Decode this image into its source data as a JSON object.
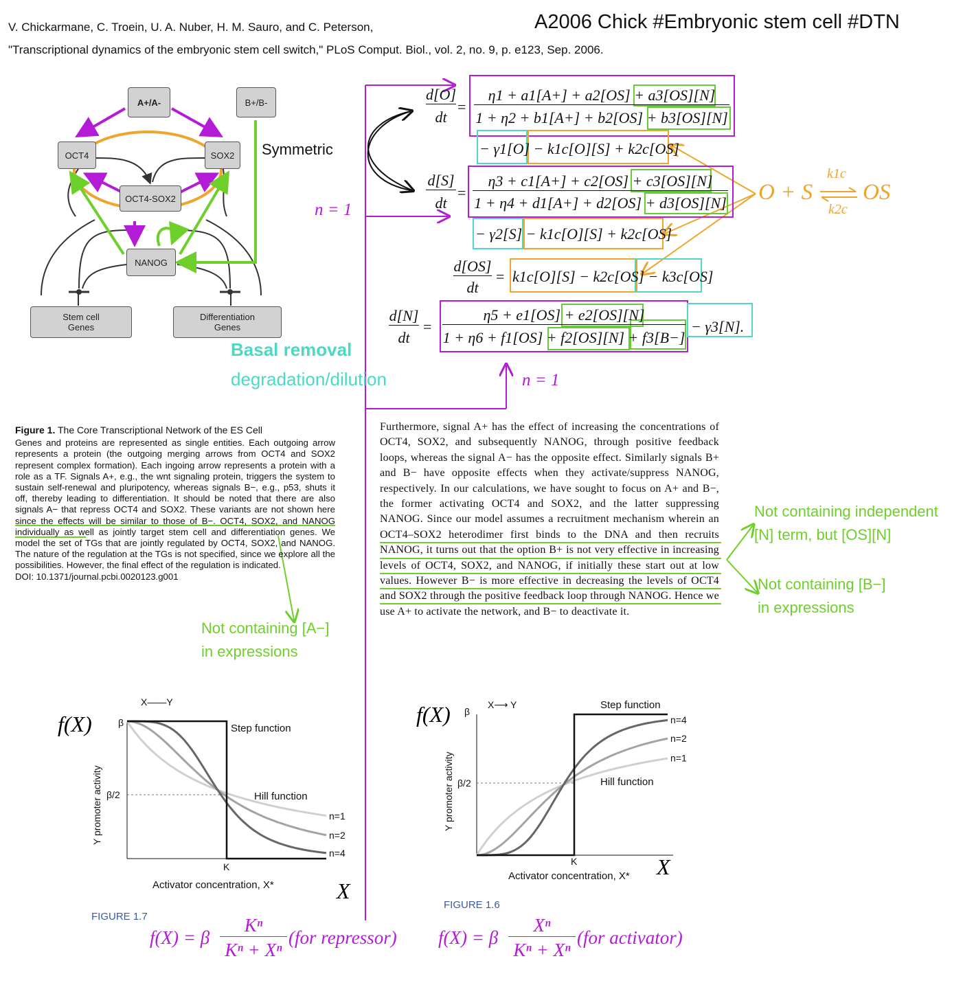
{
  "header": {
    "authors": "V. Chickarmane, C. Troein, U. A. Nuber, H. M. Sauro, and C. Peterson,",
    "citation": "\"Transcriptional dynamics of the embryonic stem cell switch,\" PLoS Comput. Biol., vol. 2, no. 9, p. e123, Sep. 2006.",
    "tag": "A2006 Chick #Embryonic stem cell #DTN"
  },
  "network": {
    "nodes": {
      "a": "A+/A-",
      "b": "B+/B-",
      "oct4": "OCT4",
      "sox2": "SOX2",
      "complex": "OCT4-SOX2",
      "nanog": "NANOG",
      "stem": "Stem cell Genes",
      "diff": "Differentiation Genes"
    },
    "symmetric_label": "Symmetric"
  },
  "annotations": {
    "n_eq_1_left": "n = 1",
    "n_eq_1_bottom": "n = 1",
    "basal_title": "Basal removal",
    "basal_sub": "degradation/dilution",
    "reaction_lhs": "O + S",
    "reaction_k_forward": "k1c",
    "reaction_k_backward": "k2c",
    "reaction_rhs": "OS",
    "note_caption_a": "Not containing [A−]",
    "note_caption_b": "in expressions",
    "note_right1_a": "Not containing independent",
    "note_right1_b": "[N] term, but [OS][N]",
    "note_right2_a": "Not containing [B−]",
    "note_right2_b": "in expressions"
  },
  "figure_caption": {
    "title": "Figure 1.",
    "subtitle": "The Core Transcriptional Network of the ES Cell",
    "body": "Genes and proteins are represented as single entities. Each outgoing arrow represents a protein (the outgoing merging arrows from OCT4 and SOX2 represent complex formation). Each ingoing arrow represents a protein with a role as a TF. Signals A+, e.g., the wnt signaling protein, triggers the system to sustain self-renewal and pluripotency, whereas signals B−, e.g., p53, shuts it off, thereby leading to differentiation. It should be noted that there are also signals A− that repress OCT4 and SOX2. These variants are not shown here since the effects will be similar to those of B−. OCT4, SOX2, and NANOG individually as well as jointly target stem cell and differentiation genes. We model the set of TGs that are jointly regulated by OCT4, SOX2, and NANOG. The nature of the regulation at the TGs is not specified, since we explore all the possibilities. However, the final effect of the regulation is indicated.",
    "doi": "DOI: 10.1371/journal.pcbi.0020123.g001"
  },
  "paragraph": "Furthermore, signal A+ has the effect of increasing the concentrations of OCT4, SOX2, and subsequently NANOG, through positive feedback loops, whereas the signal A− has the opposite effect. Similarly signals B+ and B− have opposite effects when they activate/suppress NANOG, respectively. In our calculations, we have sought to focus on A+ and B−, the former activating OCT4 and SOX2, and the latter suppressing NANOG. Since our model assumes a recruitment mechanism wherein an OCT4–SOX2 heterodimer first binds to the DNA and then recruits NANOG, it turns out that the option B+ is not very effective in increasing levels of OCT4, SOX2, and NANOG, if initially these start out at low values. However B− is more effective in decreasing the levels of OCT4 and SOX2 through the positive feedback loop through NANOG. Hence we use A+ to activate the network, and B− to deactivate it.",
  "equations": {
    "dO_lhs_num": "d[O]",
    "dO_lhs_den": "dt",
    "dO_num": "η1 + a1[A+] + a2[OS] + a3[OS][N]",
    "dO_den": "1 + η2 + b1[A+] + b2[OS] + b3[OS][N]",
    "dO_tail": "− γ1[O] − k1c[O][S] + k2c[OS]",
    "dS_lhs_num": "d[S]",
    "dS_lhs_den": "dt",
    "dS_num": "η3 + c1[A+] + c2[OS] + c3[OS][N]",
    "dS_den": "1 + η4 + d1[A+] + d2[OS] + d3[OS][N]",
    "dS_tail": "− γ2[S] − k1c[O][S] + k2c[OS]",
    "dOS_lhs_num": "d[OS]",
    "dOS_lhs_den": "dt",
    "dOS_rhs": "k1c[O][S] − k2c[OS] − k3c[OS]",
    "dN_lhs_num": "d[N]",
    "dN_lhs_den": "dt",
    "dN_num": "η5 + e1[OS] + e2[OS][N]",
    "dN_den": "1 + η6 + f1[OS] + f2[OS][N] + f3[B−]",
    "dN_tail": "− γ3[N]."
  },
  "charts": {
    "repressor": {
      "fig_label": "FIGURE 1.7",
      "fx_label": "f(X)",
      "x_big": "X",
      "arrow_label": "X——Y",
      "ylabel": "Y promoter activity",
      "xlabel": "Activator concentration, X*",
      "y_tick_top": "β",
      "y_tick_mid": "β/2",
      "x_tick": "K",
      "step_label": "Step function",
      "hill_label": "Hill function",
      "formula_prefix": "f(X) = β",
      "formula_num": "Kⁿ",
      "formula_den": "Kⁿ + Xⁿ",
      "formula_suffix": "(for repressor)"
    },
    "activator": {
      "fig_label": "FIGURE 1.6",
      "fx_label": "f(X)",
      "x_big": "X",
      "arrow_label": "X⟶ Y",
      "ylabel": "Y promoter activity",
      "xlabel": "Activator concentration, X*",
      "y_tick_top": "β",
      "y_tick_mid": "β/2",
      "x_tick": "K",
      "step_label": "Step function",
      "hill_label": "Hill function",
      "formula_prefix": "f(X) = β",
      "formula_num": "Xⁿ",
      "formula_den": "Kⁿ + Xⁿ",
      "formula_suffix": "(for activator)"
    }
  },
  "chart_data": [
    {
      "type": "line",
      "x_range": [
        0,
        2.2
      ],
      "ylim": [
        0,
        1
      ],
      "K": 1,
      "series": [
        {
          "name": "n=1",
          "x": [
            0,
            0.5,
            1,
            1.5,
            2.2
          ],
          "values": [
            1,
            0.67,
            0.5,
            0.4,
            0.31
          ]
        },
        {
          "name": "n=2",
          "x": [
            0,
            0.5,
            1,
            1.5,
            2.2
          ],
          "values": [
            1,
            0.8,
            0.5,
            0.31,
            0.17
          ]
        },
        {
          "name": "n=4",
          "x": [
            0,
            0.5,
            1,
            1.5,
            2.2
          ],
          "values": [
            1,
            0.94,
            0.5,
            0.16,
            0.04
          ]
        }
      ],
      "xlabel": "Activator concentration, X*",
      "ylabel": "Y promoter activity",
      "grid": false
    },
    {
      "type": "line",
      "x_range": [
        0,
        2.2
      ],
      "ylim": [
        0,
        1
      ],
      "K": 1,
      "series": [
        {
          "name": "n=1",
          "x": [
            0,
            0.5,
            1,
            1.5,
            2.2
          ],
          "values": [
            0,
            0.33,
            0.5,
            0.6,
            0.69
          ]
        },
        {
          "name": "n=2",
          "x": [
            0,
            0.5,
            1,
            1.5,
            2.2
          ],
          "values": [
            0,
            0.2,
            0.5,
            0.69,
            0.83
          ]
        },
        {
          "name": "n=4",
          "x": [
            0,
            0.5,
            1,
            1.5,
            2.2
          ],
          "values": [
            0,
            0.06,
            0.5,
            0.84,
            0.96
          ]
        }
      ],
      "xlabel": "Activator concentration, X*",
      "ylabel": "Y promoter activity",
      "grid": false
    }
  ]
}
